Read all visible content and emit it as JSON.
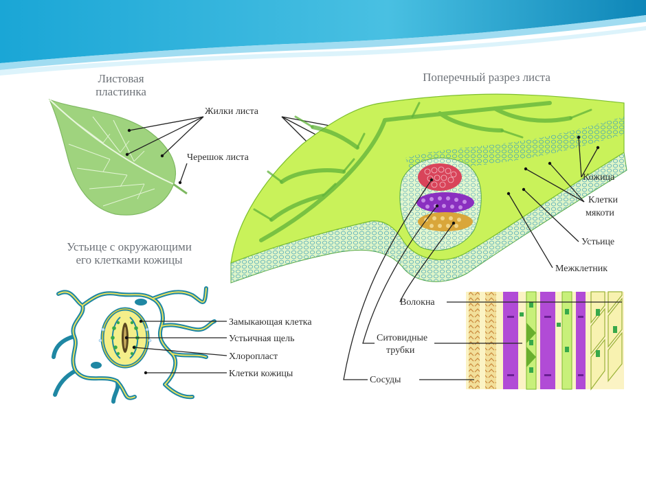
{
  "colors": {
    "leaf_green": "#c9f25a",
    "leaf_dark": "#9bd12e",
    "vein": "#5fb23a",
    "cell_blue": "#48b0c8",
    "xylem": "#d9445a",
    "phloem": "#8a2fc0",
    "fiber": "#d9a63a"
  },
  "labels": {
    "leaf_blade": [
      "Листовая",
      "пластинка"
    ],
    "leaf_veins": "Жилки листа",
    "petiole": "Черешок листа",
    "cross_section": "Поперечный разрез листа",
    "epidermis": "Кожица",
    "mesophyll": [
      "Клетки",
      "мякоти"
    ],
    "stoma": "Устьице",
    "intercellular": "Межклетник",
    "stoma_title": [
      "Устьице с окружающими",
      "его клетками кожицы"
    ],
    "guard_cell": "Замыкающая клетка",
    "stomatal_slit": "Устьичная щель",
    "chloroplast": "Хлоропласт",
    "epidermal_cells": "Клетки кожицы",
    "fibers": "Волокна",
    "sieve_tubes": [
      "Ситовидные",
      "трубки"
    ],
    "vessels": "Сосуды"
  }
}
